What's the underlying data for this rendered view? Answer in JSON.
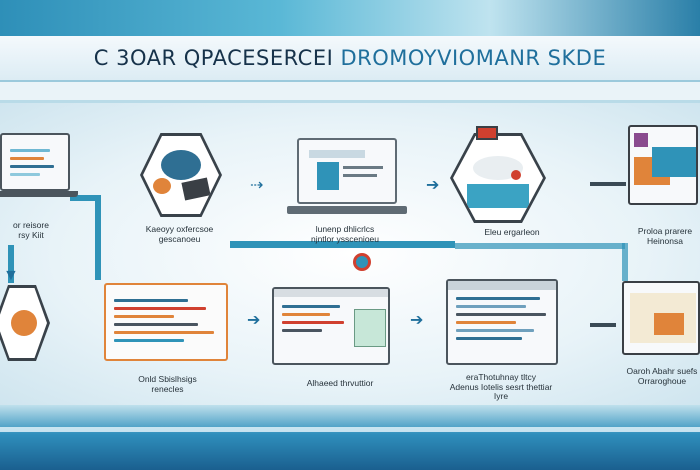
{
  "header": {
    "title_part1": "C 3OAR QPACESERCEI",
    "title_part2": "DROMOYVIOMANR SKDE"
  },
  "captions": {
    "c1": "or reisore\nrsy Kiit",
    "c2": "Kaeoyy oxfercsoe\ngescanoeu",
    "c3": "lunenp dhlicrlcs\nnjntlor ysscenioeu",
    "c4": "Eleu ergarleon",
    "c5": "Proloa prarere\nHeinonsa",
    "c6": "Onld Sbislhsigs\nrenecles",
    "c7": "Alhaeed thrvuttior",
    "c8": "eraThotuhnay tltcy\nAdenus Iotelis sesrt thettiar\nIyre",
    "c9": "Oaroh Abahr suefs\nOrraroghoue"
  },
  "colors": {
    "teal": "#2f93b8",
    "orange": "#e0843a",
    "navy": "#16324a"
  }
}
